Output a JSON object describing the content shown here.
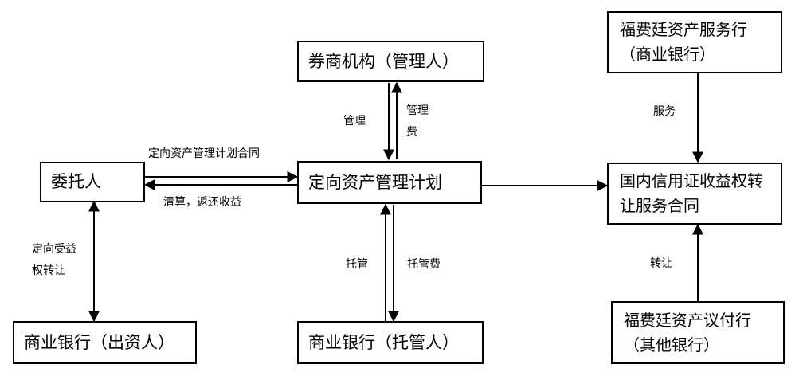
{
  "nodes": {
    "broker": "券商机构（管理人）",
    "settlor": "委托人",
    "plan": "定向资产管理计划",
    "bank_investor": "商业银行（出资人）",
    "bank_custodian": "商业银行（托管人）",
    "forfaiting_service_bank": "福费廷资产服务行（商业银行）",
    "contract": "国内信用证收益权转让服务合同",
    "forfaiting_payer_bank": "福费廷资产议付行（其他银行）"
  },
  "edges": {
    "manage": "管理",
    "manage_fee": "管理费",
    "plan_contract": "定向资产管理计划合同",
    "settle_return": "清算，返还收益",
    "directed_transfer": "定向受益权转让",
    "custody": "托管",
    "custody_fee": "托管费",
    "service": "服务",
    "transfer": "转让"
  },
  "colors": {
    "stroke": "#000000",
    "background": "#ffffff"
  }
}
